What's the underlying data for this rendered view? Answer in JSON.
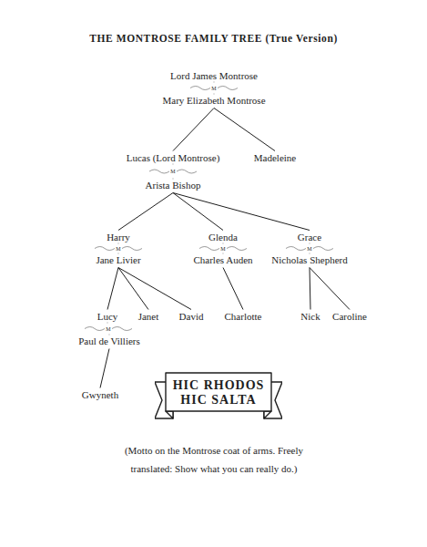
{
  "diagram": {
    "title": "THE MONTROSE FAMILY TREE (True Version)",
    "caption": "(Motto on the Montrose coat of arms. Freely translated: Show what you can really do.)",
    "nodes": [
      {
        "text": [
          "Lord James Montrose"
        ]
      },
      {
        "text": [
          "Mary Elizabeth Montrose"
        ]
      },
      {
        "text": [
          "Lucas (Lord Montrose)"
        ]
      },
      {
        "text": [
          "Madeleine"
        ]
      },
      {
        "text": [
          "Arista Bishop"
        ]
      },
      {
        "text": [
          "Harry"
        ]
      },
      {
        "text": [
          "Glenda"
        ]
      },
      {
        "text": [
          "Grace"
        ]
      },
      {
        "text": [
          "Jane Livier"
        ]
      },
      {
        "text": [
          "Charles Auden"
        ]
      },
      {
        "text": [
          "Nicholas Shepherd"
        ]
      },
      {
        "text": [
          "Lucy"
        ]
      },
      {
        "text": [
          "Janet"
        ]
      },
      {
        "text": [
          "David"
        ]
      },
      {
        "text": [
          "Charlotte"
        ]
      },
      {
        "text": [
          "Nick"
        ]
      },
      {
        "text": [
          "Caroline"
        ]
      },
      {
        "text": [
          "Paul de Villiers"
        ]
      },
      {
        "text": [
          "Gwyneth"
        ]
      },
      {
        "text": [
          "HIC RHODOS HIC SALTA"
        ]
      }
    ],
    "edges": [
      {
        "from": 0,
        "to": 1,
        "arrow": "none",
        "label": "M"
      },
      {
        "from": 1,
        "to": 2,
        "arrow": "none"
      },
      {
        "from": 1,
        "to": 3,
        "arrow": "none"
      },
      {
        "from": 2,
        "to": 4,
        "arrow": "none",
        "label": "M"
      },
      {
        "from": 4,
        "to": 5,
        "arrow": "none"
      },
      {
        "from": 4,
        "to": 6,
        "arrow": "none"
      },
      {
        "from": 4,
        "to": 7,
        "arrow": "none"
      },
      {
        "from": 5,
        "to": 8,
        "arrow": "none",
        "label": "M"
      },
      {
        "from": 6,
        "to": 9,
        "arrow": "none",
        "label": "M"
      },
      {
        "from": 7,
        "to": 10,
        "arrow": "none",
        "label": "M"
      },
      {
        "from": 8,
        "to": 11,
        "arrow": "none"
      },
      {
        "from": 8,
        "to": 12,
        "arrow": "none"
      },
      {
        "from": 8,
        "to": 13,
        "arrow": "none"
      },
      {
        "from": 9,
        "to": 14,
        "arrow": "none"
      },
      {
        "from": 10,
        "to": 15,
        "arrow": "none"
      },
      {
        "from": 10,
        "to": 16,
        "arrow": "none"
      },
      {
        "from": 11,
        "to": 17,
        "arrow": "none",
        "label": "M"
      },
      {
        "from": 17,
        "to": 18,
        "arrow": "none"
      }
    ]
  }
}
